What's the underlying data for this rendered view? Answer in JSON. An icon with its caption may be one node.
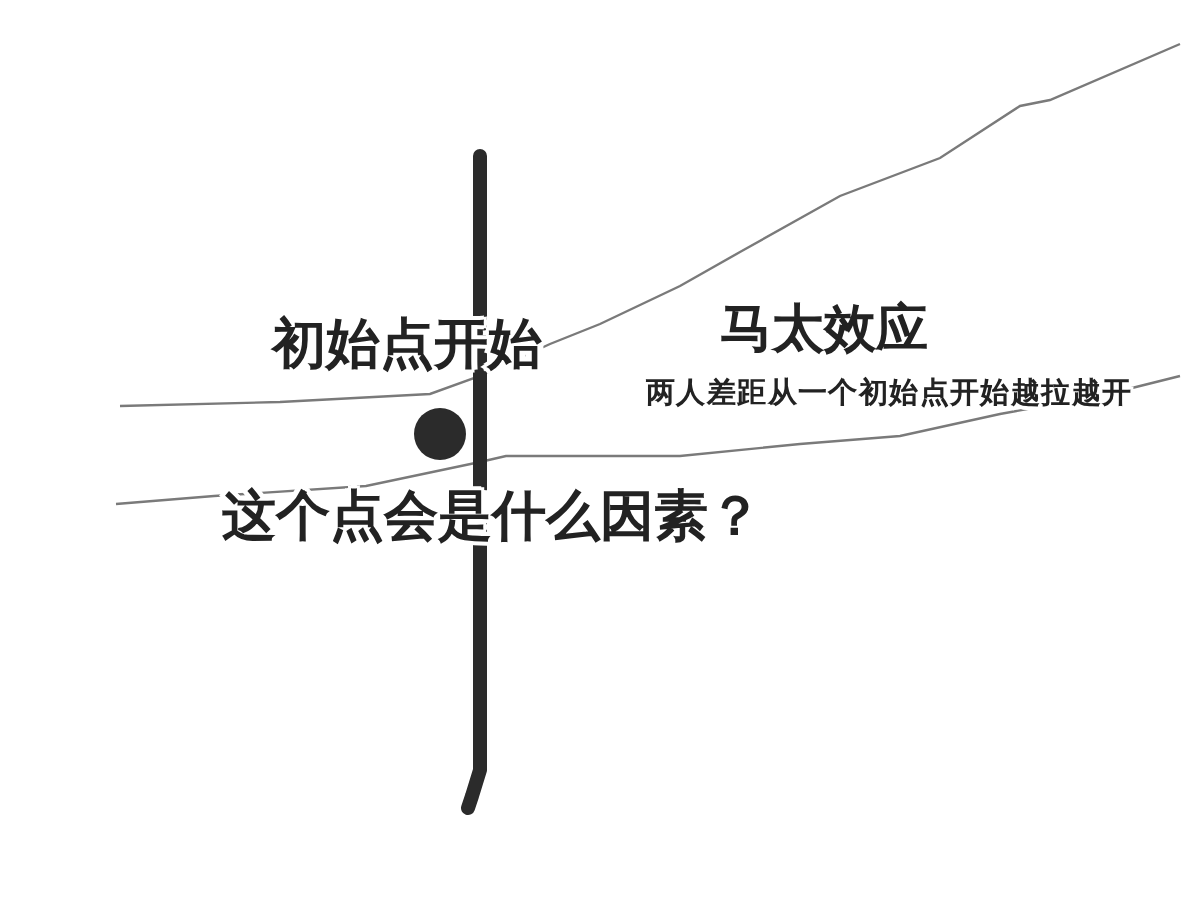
{
  "diagram": {
    "labels": [
      "初始点开始",
      "马太效应",
      "两人差距从一个初始点开始越拉越开",
      "这个点会是什么因素？"
    ]
  }
}
